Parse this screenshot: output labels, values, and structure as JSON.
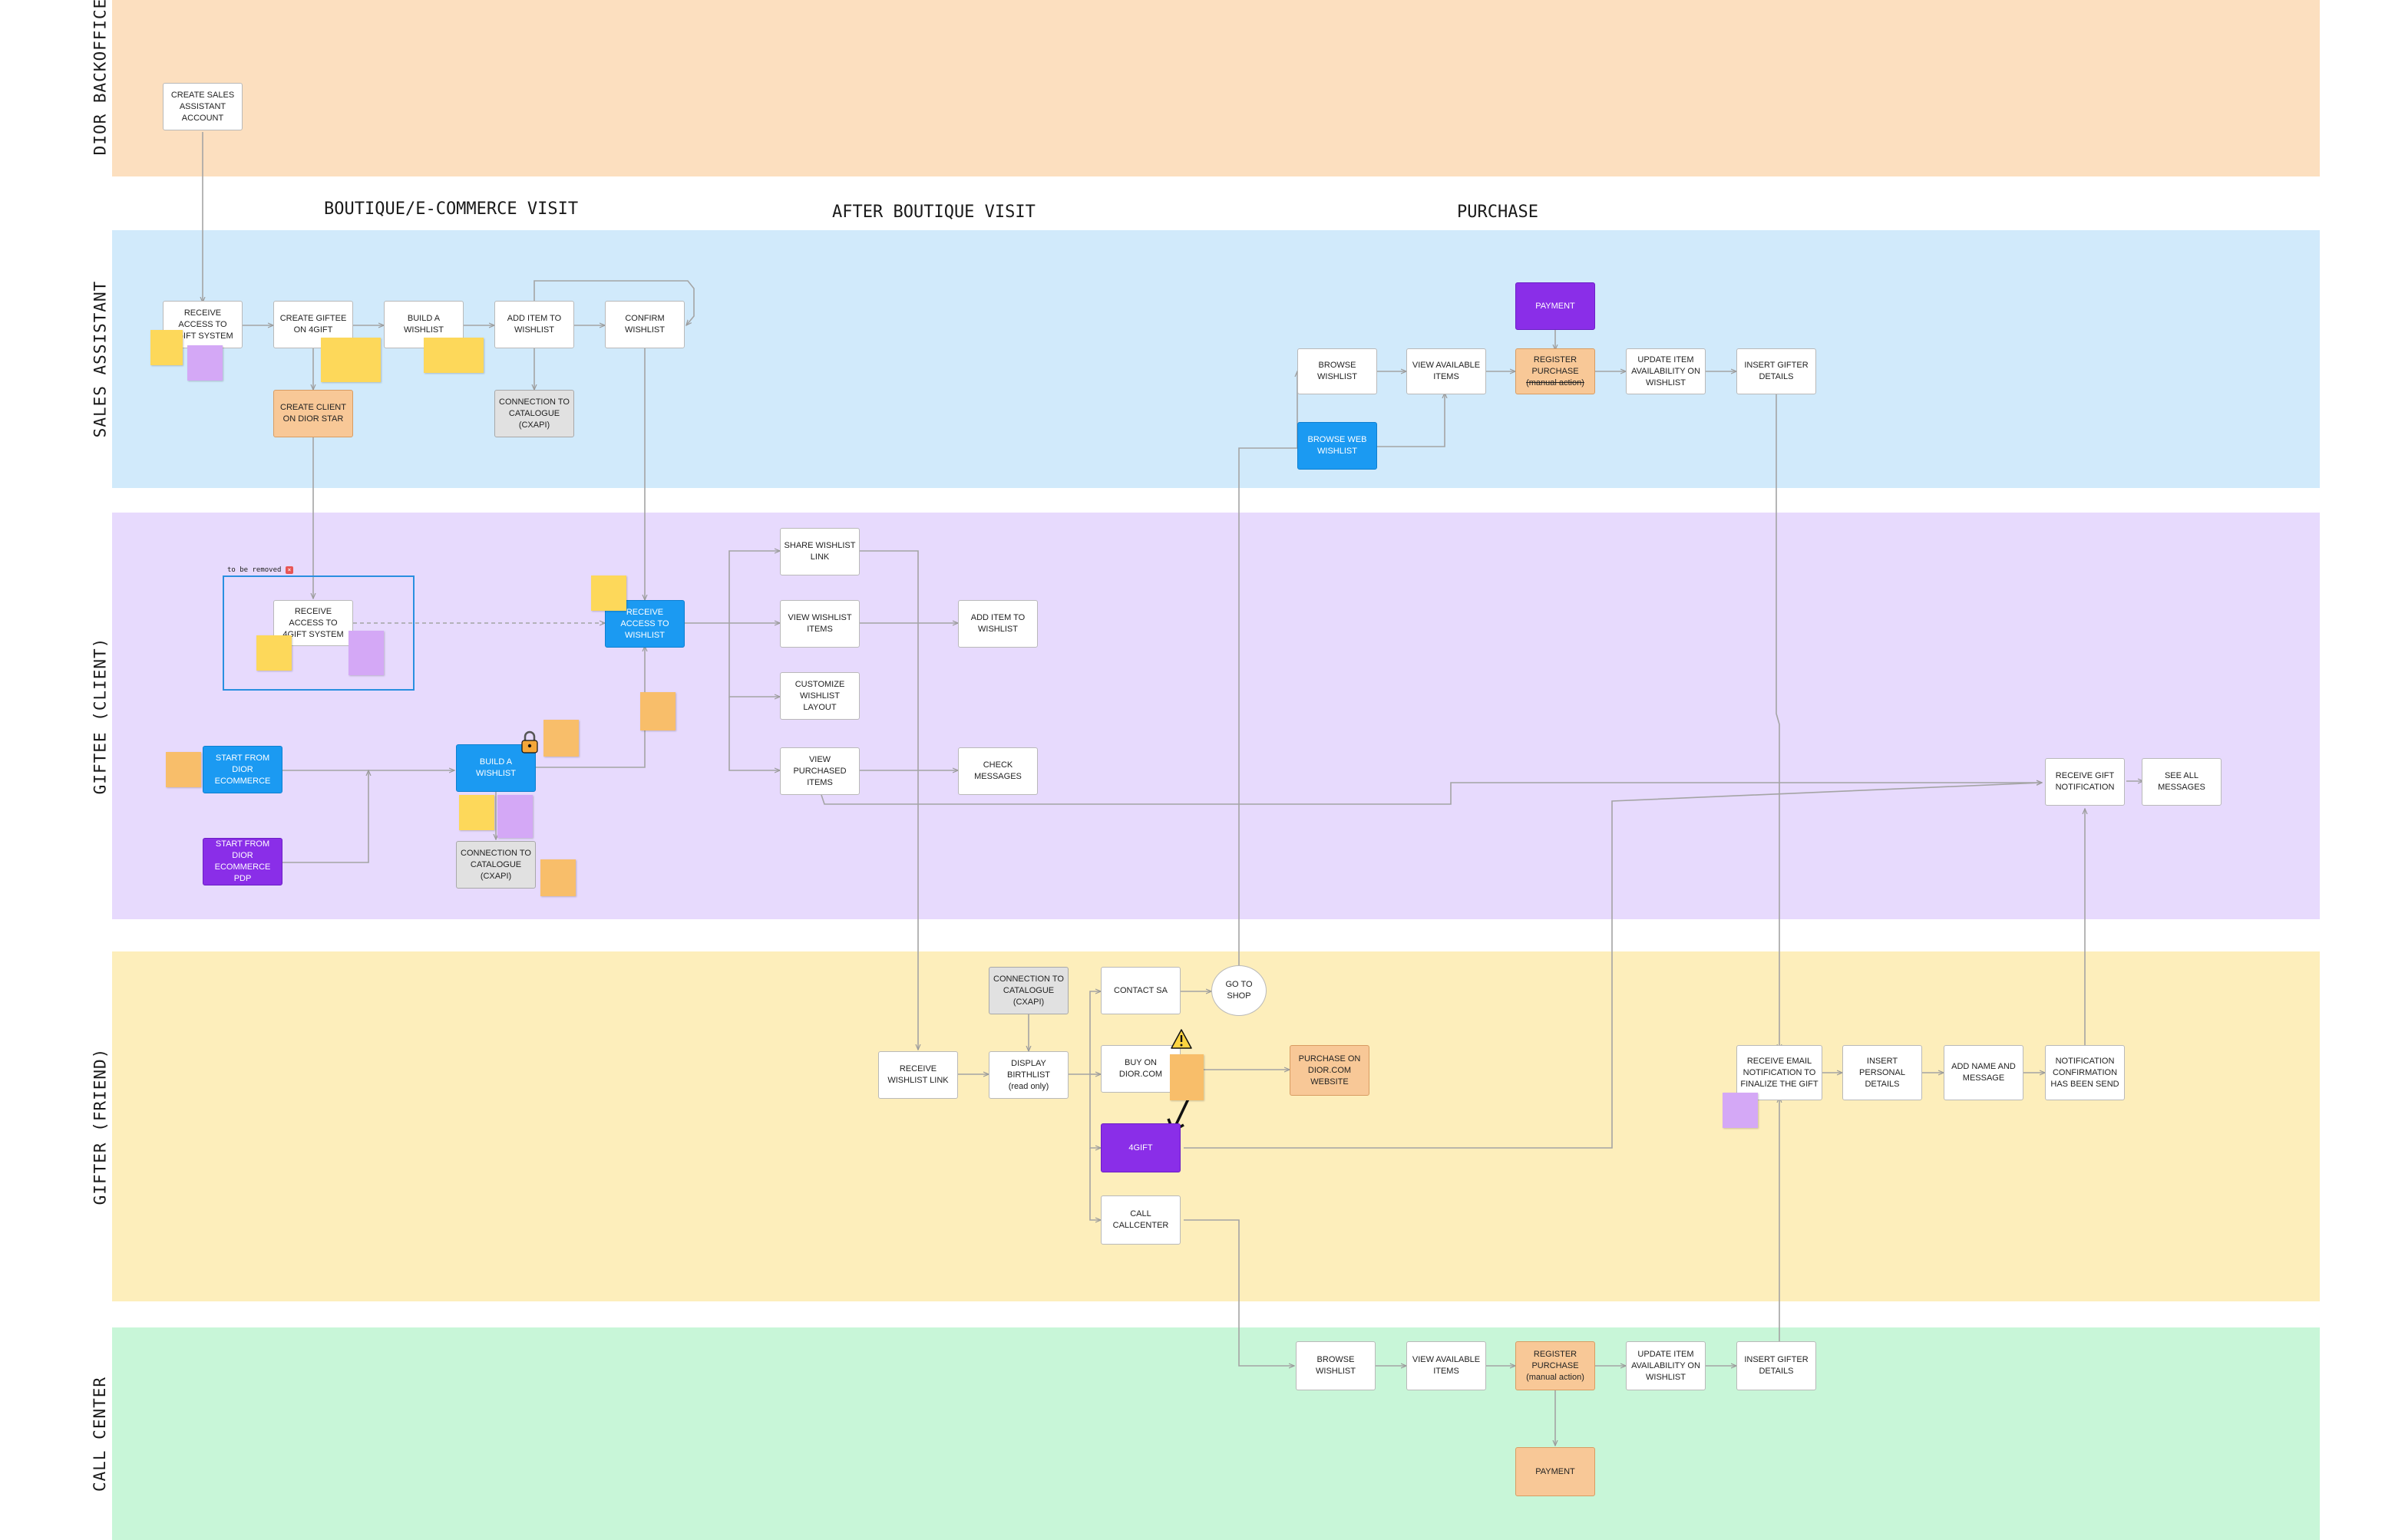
{
  "lanes": {
    "dior_backoffice": "DIOR BACKOFFICE",
    "sales_assistant": "SALES ASSISTANT",
    "giftee": "GIFTEE (CLIENT)",
    "gifter": "GIFTER (FRIEND)",
    "call_center": "CALL CENTER"
  },
  "phases": {
    "boutique": "BOUTIQUE/E-COMMERCE VISIT",
    "after": "AFTER BOUTIQUE VISIT",
    "purchase": "PURCHASE"
  },
  "colors": {
    "backoffice": "#fcdfbf",
    "sales": "#d1eafb",
    "giftee": "#e7dafd",
    "gifter": "#fdeebb",
    "callcenter": "#c8f6d8",
    "blue_node": "#1b9af2",
    "purple_node": "#8a2ee8",
    "orange_node": "#f8c897"
  },
  "nodes": {
    "create_sa_account": "CREATE SALES ASSISTANT ACCOUNT",
    "sa_receive_access": "RECEIVE ACCESS TO 4GIFT SYSTEM",
    "create_giftee": "CREATE GIFTEE ON 4GIFT",
    "sa_build_wishlist": "BUILD A WISHLIST",
    "add_item": "ADD ITEM TO WISHLIST",
    "confirm_wishlist": "CONFIRM WISHLIST",
    "create_client": "CREATE CLIENT ON DIOR STAR",
    "sa_catalogue": "CONNECTION TO CATALOGUE (CXAPI)",
    "payment_sa": "PAYMENT",
    "sa_browse_wishlist": "BROWSE WISHLIST",
    "sa_view_items": "VIEW AVAILABLE ITEMS",
    "sa_register_purchase": "REGISTER PURCHASE",
    "sa_register_note": "(manual action)",
    "sa_update_item": "UPDATE ITEM AVAILABILITY ON WISHLIST",
    "sa_insert_gifter": "INSERT GIFTER DETAILS",
    "browse_web_wishlist": "BROWSE WEB WISHLIST",
    "giftee_receive_access_old": "RECEIVE ACCESS TO 4GIFT SYSTEM",
    "giftee_receive_access": "RECEIVE ACCESS TO WISHLIST",
    "share_wishlist": "SHARE WISHLIST LINK",
    "view_wishlist_items": "VIEW WISHLIST ITEMS",
    "customize_layout": "CUSTOMIZE WISHLIST LAYOUT",
    "view_purchased": "VIEW PURCHASED ITEMS",
    "giftee_add_item": "ADD ITEM TO WISHLIST",
    "check_messages": "CHECK MESSAGES",
    "start_ecommerce": "START FROM DIOR ECOMMERCE",
    "start_pdp": "START FROM DIOR ECOMMERCE PDP",
    "giftee_build_wishlist": "BUILD A WISHLIST",
    "giftee_catalogue": "CONNECTION TO CATALOGUE (CXAPI)",
    "receive_gift_notif": "RECEIVE GIFT NOTIFICATION",
    "see_all_messages": "SEE ALL MESSAGES",
    "receive_wishlist_link": "RECEIVE WISHLIST LINK",
    "display_birthlist": "DISPLAY BIRTHLIST",
    "display_note": "(read only)",
    "gifter_catalogue": "CONNECTION TO CATALOGUE (CXAPI)",
    "contact_sa": "CONTACT SA",
    "go_to_shop": "GO TO SHOP",
    "buy_dior": "BUY ON DIOR.COM",
    "purchase_dior_web": "PURCHASE ON DIOR.COM WEBSITE",
    "fourgift": "4GIFT",
    "call_callcenter": "CALL CALLCENTER",
    "receive_email": "RECEIVE EMAIL NOTIFICATION TO FINALIZE THE GIFT",
    "insert_personal": "INSERT PERSONAL DETAILS",
    "add_name_msg": "ADD NAME AND MESSAGE",
    "notif_confirm": "NOTIFICATION CONFIRMATION HAS BEEN SEND",
    "cc_browse": "BROWSE WISHLIST",
    "cc_view_items": "VIEW AVAILABLE ITEMS",
    "cc_register": "REGISTER PURCHASE",
    "cc_register_note": "(manual action)",
    "cc_update": "UPDATE ITEM AVAILABILITY ON WISHLIST",
    "cc_insert_gifter": "INSERT GIFTER DETAILS",
    "payment_cc": "PAYMENT"
  },
  "annotations": {
    "to_be_removed": "to be removed"
  },
  "icons": [
    "lock-icon",
    "warning-icon",
    "close-icon",
    "arrow-icon"
  ]
}
